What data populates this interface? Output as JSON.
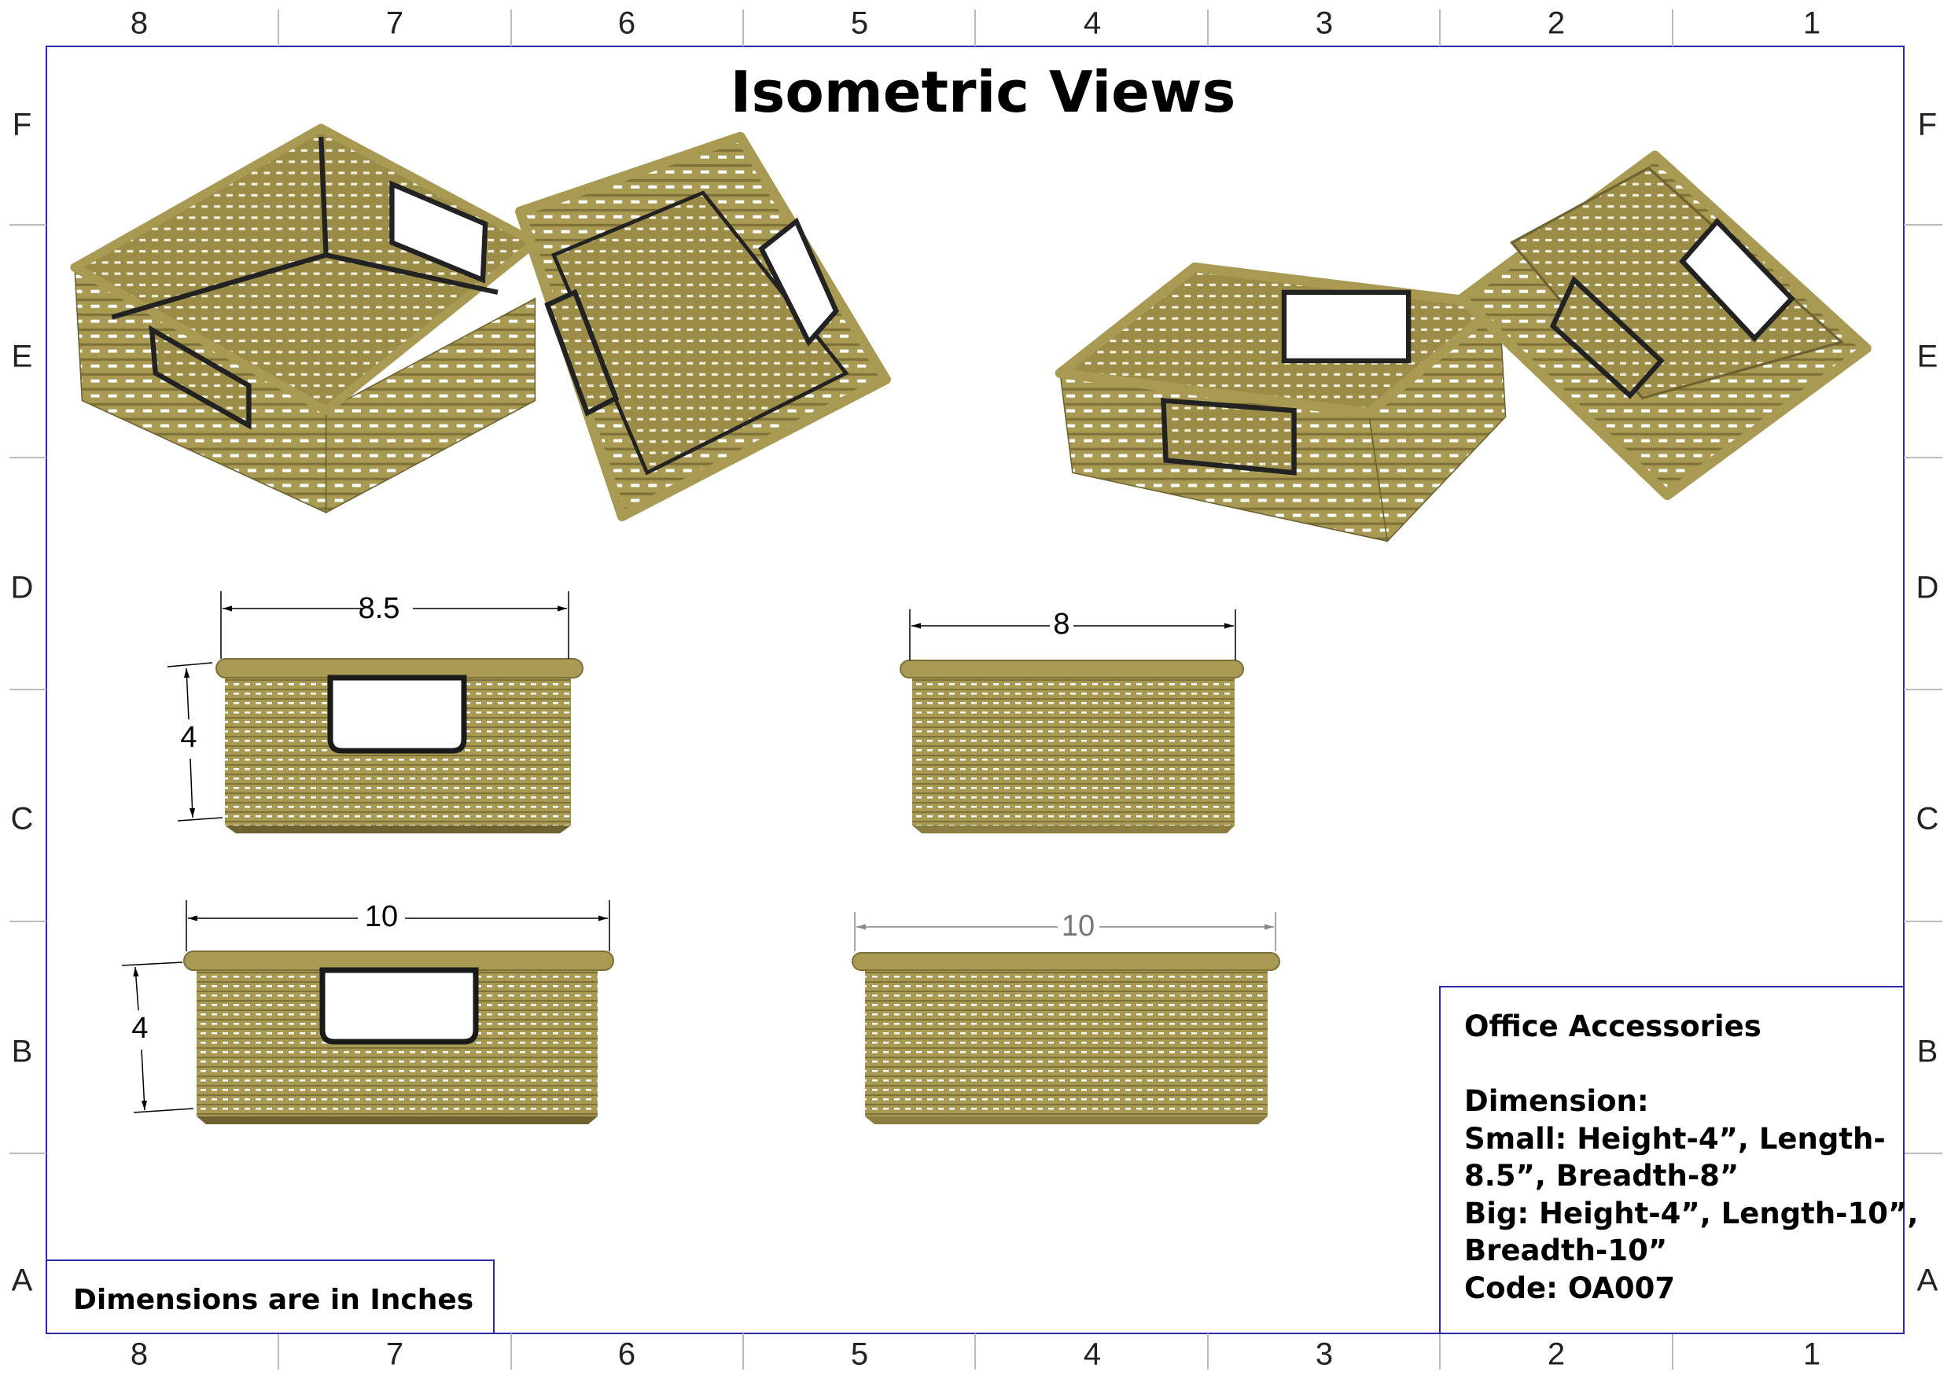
{
  "title": "Isometric Views",
  "zones": {
    "columns": [
      "8",
      "7",
      "6",
      "5",
      "4",
      "3",
      "2",
      "1"
    ],
    "rows": [
      "F",
      "E",
      "D",
      "C",
      "B",
      "A"
    ]
  },
  "dimensions": {
    "small_front_length": "8.5",
    "small_front_height": "4",
    "small_side_breadth": "8",
    "big_front_length": "10",
    "big_front_height": "4",
    "big_side_breadth": "10"
  },
  "title_block": {
    "heading": "Office Accessories",
    "lines": [
      "Dimension:",
      "Small: Height-4”, Length-",
      "8.5”, Breadth-8”",
      "Big: Height-4”, Length-10”,",
      "Breadth-10”",
      "Code: OA007"
    ]
  },
  "note": "Dimensions are in Inches",
  "colors": {
    "border": "#2a2aa8",
    "basket": "#a89a52",
    "basket_dark": "#6e6230",
    "handle": "#1a1a1a"
  }
}
